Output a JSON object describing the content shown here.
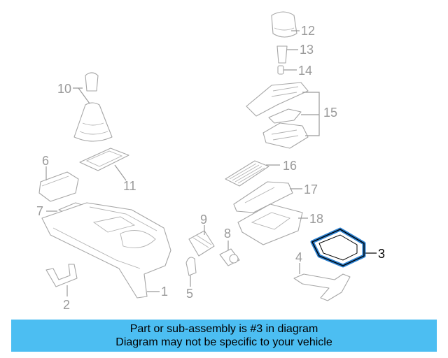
{
  "diagram": {
    "callouts": {
      "c1": "1",
      "c2": "2",
      "c3": "3",
      "c4": "4",
      "c5": "5",
      "c6": "6",
      "c7": "7",
      "c8": "8",
      "c9": "9",
      "c10": "10",
      "c11": "11",
      "c12": "12",
      "c13": "13",
      "c14": "14",
      "c15": "15",
      "c16": "16",
      "c17": "17",
      "c18": "18"
    },
    "highlight_part": "3",
    "highlight_color": "#2a7fcf",
    "line_color": "#9a9a9a"
  },
  "banner": {
    "line1": "Part or sub-assembly is #3 in diagram",
    "line2": "Diagram may not be specific to your vehicle",
    "background": "#4cbef2"
  }
}
